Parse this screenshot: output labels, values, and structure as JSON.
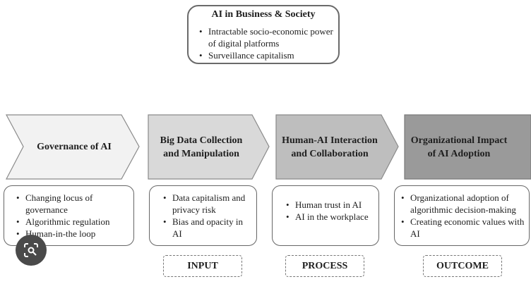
{
  "top": {
    "title": "AI in Business & Society",
    "items": [
      "Intractable socio-economic power of digital platforms",
      "Surveillance capitalism"
    ]
  },
  "stages": [
    {
      "label": "Governance of AI",
      "fill": "#f2f2f2",
      "items": [
        "Changing locus of governance",
        "Algorithmic regulation",
        "Human-in-the loop"
      ]
    },
    {
      "label": "Big Data Collection and Manipulation",
      "fill": "#d9d9d9",
      "items": [
        "Data capitalism and privacy risk",
        "Bias and opacity in AI"
      ]
    },
    {
      "label": "Human-AI Interaction and Collaboration",
      "fill": "#bebebe",
      "items": [
        "Human trust in AI",
        "AI in the workplace"
      ]
    },
    {
      "label": "Organizational Impact of AI Adoption",
      "fill": "#9a9a9a",
      "items": [
        "Organizational adoption of algorithmic decision-making",
        "Creating economic values with AI"
      ]
    }
  ],
  "phases": [
    "INPUT",
    "PROCESS",
    "OUTCOME"
  ],
  "overlay": {
    "icon": "lens-search-icon"
  }
}
